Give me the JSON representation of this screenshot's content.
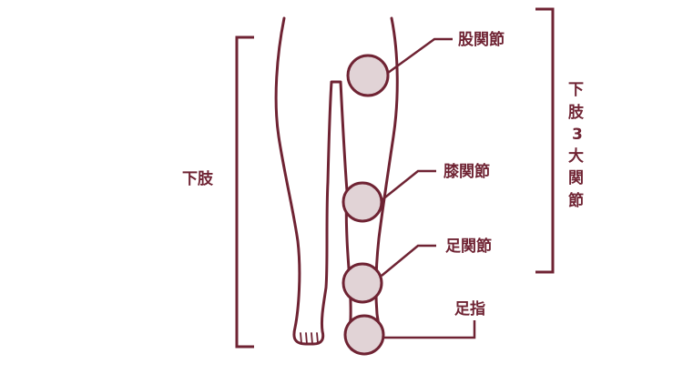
{
  "labels": {
    "lower_limb": "下肢",
    "hip_joint": "股関節",
    "knee_joint": "膝関節",
    "ankle_joint": "足関節",
    "toes": "足指",
    "three_major_joints": [
      "下",
      "肢",
      "3",
      "大",
      "関",
      "節"
    ]
  },
  "colors": {
    "line": "#6f2333",
    "joint_fill": "#e1d3d6",
    "background": "#ffffff"
  }
}
